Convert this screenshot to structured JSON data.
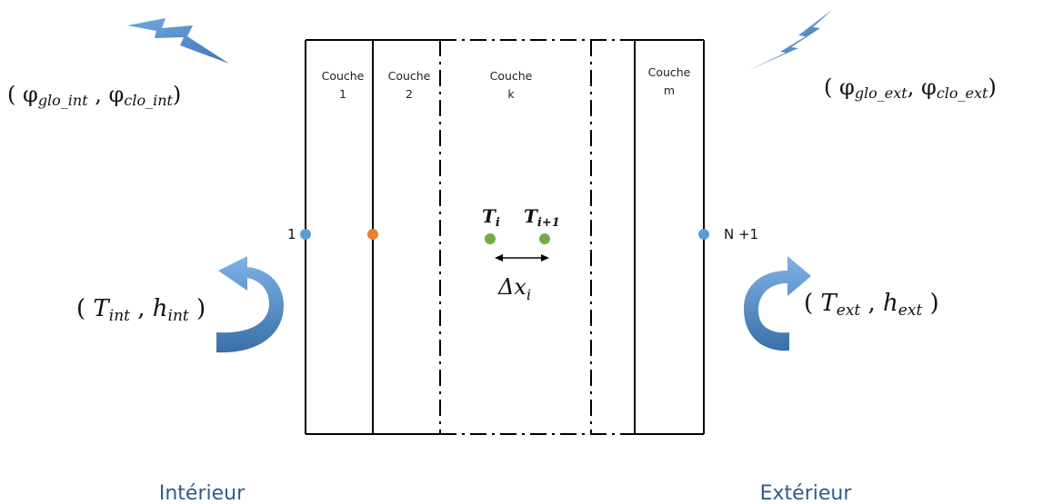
{
  "colors": {
    "frame": "#000000",
    "arrow_blue": "#4f86c6",
    "node_blue": "#5b9bd5",
    "node_orange": "#ed7d31",
    "node_green": "#70ad47",
    "side_label": "#2e5c8a"
  },
  "icons": {
    "lightning_left": "lightning-bolt-icon",
    "lightning_right": "lightning-bolt-icon",
    "curved_arrow_left": "curved-arrow-icon",
    "curved_arrow_right": "curved-arrow-icon"
  },
  "layers": [
    {
      "name": "Couche",
      "index": "1"
    },
    {
      "name": "Couche",
      "index": "2"
    },
    {
      "name": "Couche",
      "index": "k"
    },
    {
      "name": "Couche",
      "index": "m"
    }
  ],
  "flux": {
    "int": {
      "open": "( ",
      "phi1": "φ",
      "sub1": "glo_int",
      "sep": " , ",
      "phi2": "φ",
      "sub2": "clo_int",
      "close": ")"
    },
    "ext": {
      "open": "( ",
      "phi1": "φ",
      "sub1": "glo_ext",
      "sep": ", ",
      "phi2": "φ",
      "sub2": "clo_ext",
      "close": ")"
    }
  },
  "convection": {
    "int": {
      "open": "( ",
      "T": "T",
      "Tsub": "int",
      "sep": " , ",
      "h": "h",
      "hsub": "int",
      "close": " )"
    },
    "ext": {
      "open": "( ",
      "T": "T",
      "Tsub": "ext",
      "sep": " , ",
      "h": "h",
      "hsub": "ext",
      "close": " )"
    }
  },
  "nodes": {
    "first": "1",
    "last": "N +1",
    "Ti": {
      "base": "T",
      "sub": "i"
    },
    "Ti1": {
      "base": "T",
      "sub": "i+1"
    }
  },
  "delta": {
    "base": "Δx",
    "sub": "i"
  },
  "sides": {
    "interior": "Intérieur",
    "exterior": "Extérieur"
  }
}
